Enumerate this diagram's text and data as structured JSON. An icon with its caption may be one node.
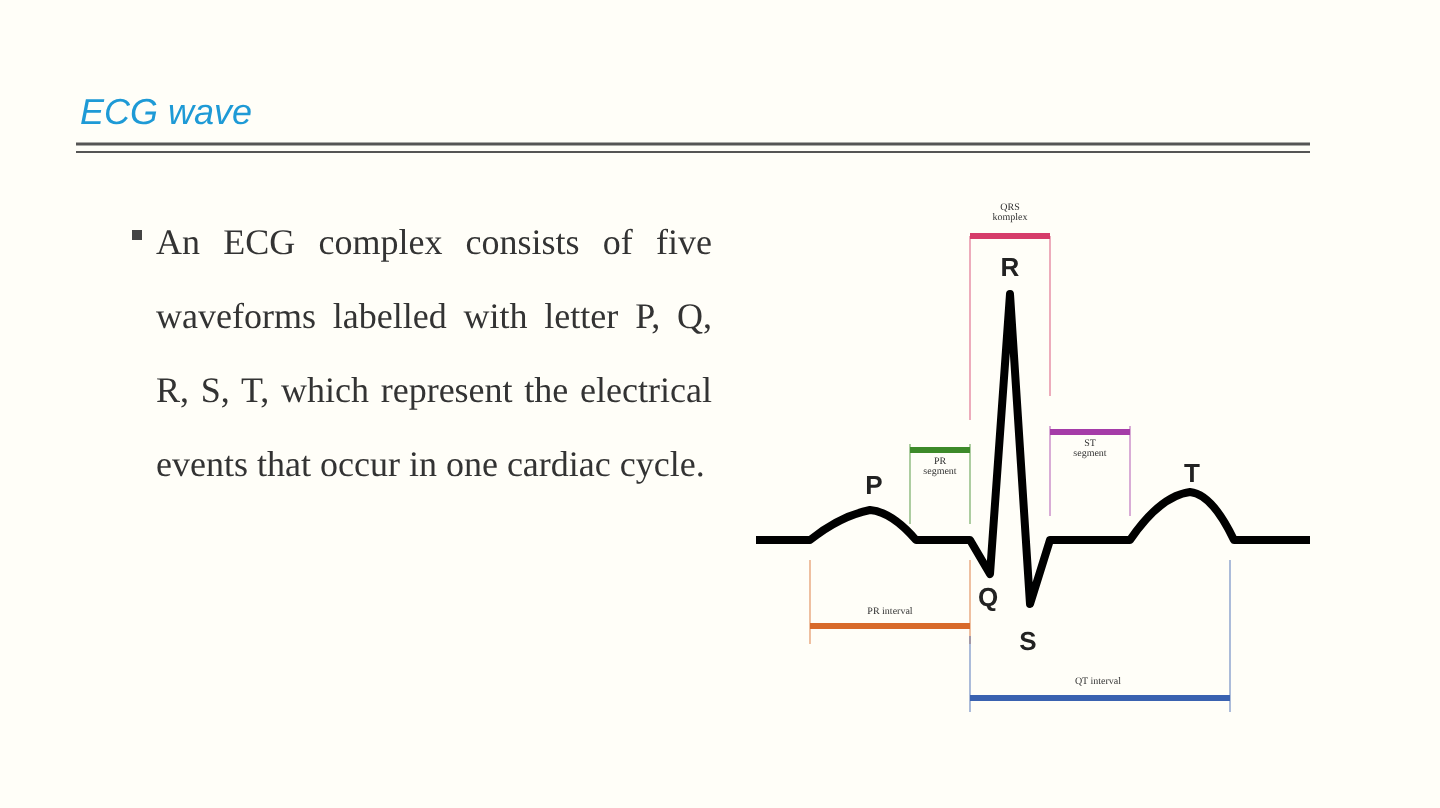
{
  "diagram": {
    "title": "ECG wave",
    "labels": [
      "An ECG complex consists of five waveforms labelled with letter P, Q, R, S, T, which represent the electrical events that occur in one cardiac cycle.",
      "QRS komplex",
      "R",
      "PR segment",
      "ST segment",
      "P",
      "T",
      "Q",
      "PR interval",
      "S",
      "QT interval"
    ]
  }
}
